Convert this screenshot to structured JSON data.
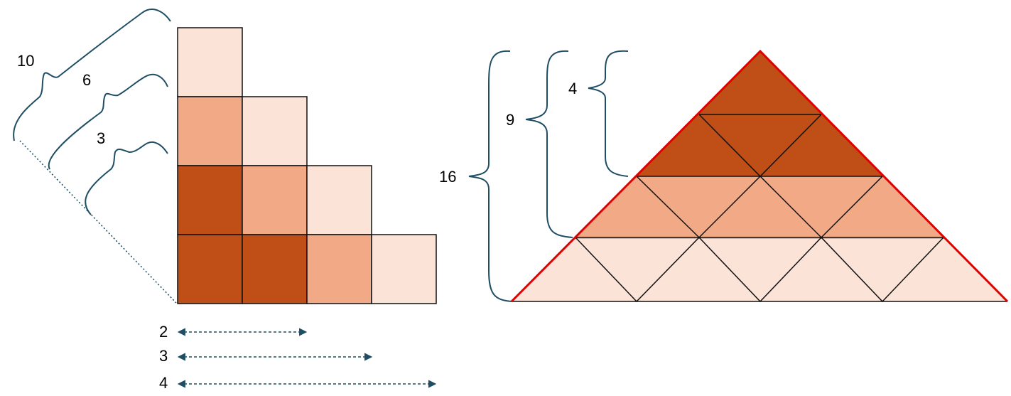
{
  "colors": {
    "dark": "#BF4F16",
    "medium": "#F1AA85",
    "light": "#FCE3D7",
    "outline": "#111111",
    "brace": "#1F4E64",
    "pyramid_edge": "#E00000"
  },
  "staircase": {
    "brace_labels": [
      "10",
      "6",
      "3"
    ],
    "width_labels": [
      "2",
      "3",
      "4"
    ],
    "rows": [
      [
        "light"
      ],
      [
        "medium",
        "light"
      ],
      [
        "dark",
        "medium",
        "light"
      ],
      [
        "dark",
        "dark",
        "medium",
        "light"
      ]
    ]
  },
  "pyramid": {
    "brace_labels": [
      "16",
      "9",
      "4"
    ],
    "bands": [
      "light",
      "medium",
      "dark",
      "dark"
    ]
  }
}
